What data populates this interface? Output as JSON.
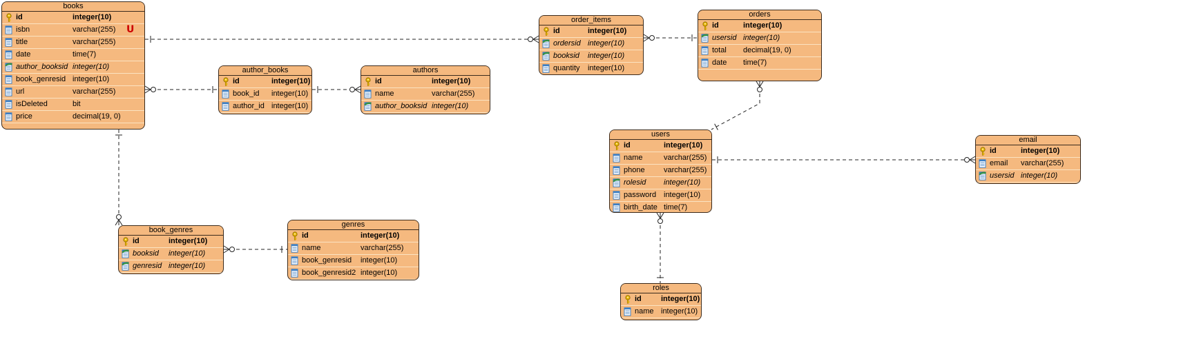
{
  "entities": {
    "books": {
      "title": "books",
      "unique_marker": "U",
      "columns": [
        {
          "name": "id",
          "type": "integer(10)",
          "kind": "pk"
        },
        {
          "name": "isbn",
          "type": "varchar(255)",
          "kind": "col"
        },
        {
          "name": "title",
          "type": "varchar(255)",
          "kind": "col"
        },
        {
          "name": "date",
          "type": "time(7)",
          "kind": "col"
        },
        {
          "name": "author_booksid",
          "type": "integer(10)",
          "kind": "fk"
        },
        {
          "name": "book_genresid",
          "type": "integer(10)",
          "kind": "col"
        },
        {
          "name": "url",
          "type": "varchar(255)",
          "kind": "col"
        },
        {
          "name": "isDeleted",
          "type": "bit",
          "kind": "col"
        },
        {
          "name": "price",
          "type": "decimal(19, 0)",
          "kind": "col"
        }
      ]
    },
    "author_books": {
      "title": "author_books",
      "columns": [
        {
          "name": "id",
          "type": "integer(10)",
          "kind": "pk"
        },
        {
          "name": "book_id",
          "type": "integer(10)",
          "kind": "col"
        },
        {
          "name": "author_id",
          "type": "integer(10)",
          "kind": "col"
        }
      ]
    },
    "authors": {
      "title": "authors",
      "columns": [
        {
          "name": "id",
          "type": "integer(10)",
          "kind": "pk"
        },
        {
          "name": "name",
          "type": "varchar(255)",
          "kind": "col"
        },
        {
          "name": "author_booksid",
          "type": "integer(10)",
          "kind": "fk"
        }
      ]
    },
    "order_items": {
      "title": "order_items",
      "columns": [
        {
          "name": "id",
          "type": "integer(10)",
          "kind": "pk"
        },
        {
          "name": "ordersid",
          "type": "integer(10)",
          "kind": "fk"
        },
        {
          "name": "booksid",
          "type": "integer(10)",
          "kind": "fk"
        },
        {
          "name": "quantity",
          "type": "integer(10)",
          "kind": "col"
        }
      ]
    },
    "orders": {
      "title": "orders",
      "columns": [
        {
          "name": "id",
          "type": "integer(10)",
          "kind": "pk"
        },
        {
          "name": "usersid",
          "type": "integer(10)",
          "kind": "fk"
        },
        {
          "name": "total",
          "type": "decimal(19, 0)",
          "kind": "col"
        },
        {
          "name": "date",
          "type": "time(7)",
          "kind": "col"
        }
      ]
    },
    "users": {
      "title": "users",
      "columns": [
        {
          "name": "id",
          "type": "integer(10)",
          "kind": "pk"
        },
        {
          "name": "name",
          "type": "varchar(255)",
          "kind": "col"
        },
        {
          "name": "phone",
          "type": "varchar(255)",
          "kind": "col"
        },
        {
          "name": "rolesid",
          "type": "integer(10)",
          "kind": "fk"
        },
        {
          "name": "password",
          "type": "integer(10)",
          "kind": "col"
        },
        {
          "name": "birth_date",
          "type": "time(7)",
          "kind": "col"
        }
      ]
    },
    "email": {
      "title": "email",
      "columns": [
        {
          "name": "id",
          "type": "integer(10)",
          "kind": "pk"
        },
        {
          "name": "email",
          "type": "varchar(255)",
          "kind": "col"
        },
        {
          "name": "usersid",
          "type": "integer(10)",
          "kind": "fk"
        }
      ]
    },
    "book_genres": {
      "title": "book_genres",
      "columns": [
        {
          "name": "id",
          "type": "integer(10)",
          "kind": "pk"
        },
        {
          "name": "booksid",
          "type": "integer(10)",
          "kind": "fk"
        },
        {
          "name": "genresid",
          "type": "integer(10)",
          "kind": "fk"
        }
      ]
    },
    "genres": {
      "title": "genres",
      "columns": [
        {
          "name": "id",
          "type": "integer(10)",
          "kind": "pk"
        },
        {
          "name": "name",
          "type": "varchar(255)",
          "kind": "col"
        },
        {
          "name": "book_genresid",
          "type": "integer(10)",
          "kind": "col"
        },
        {
          "name": "book_genresid2",
          "type": "integer(10)",
          "kind": "col"
        }
      ]
    },
    "roles": {
      "title": "roles",
      "columns": [
        {
          "name": "id",
          "type": "integer(10)",
          "kind": "pk"
        },
        {
          "name": "name",
          "type": "integer(10)",
          "kind": "col"
        }
      ]
    }
  },
  "relationships": [
    {
      "from": "books",
      "to": "order_items",
      "from_end": "one",
      "to_end": "zero-or-many"
    },
    {
      "from": "order_items",
      "to": "orders",
      "from_end": "zero-or-many",
      "to_end": "one"
    },
    {
      "from": "books",
      "to": "author_books",
      "from_end": "zero-or-many",
      "to_end": "one"
    },
    {
      "from": "author_books",
      "to": "authors",
      "from_end": "one",
      "to_end": "zero-or-many"
    },
    {
      "from": "books",
      "to": "book_genres",
      "from_end": "one",
      "to_end": "zero-or-many"
    },
    {
      "from": "book_genres",
      "to": "genres",
      "from_end": "zero-or-many",
      "to_end": "one"
    },
    {
      "from": "orders",
      "to": "users",
      "from_end": "zero-or-many",
      "to_end": "one"
    },
    {
      "from": "users",
      "to": "email",
      "from_end": "one",
      "to_end": "zero-or-many"
    },
    {
      "from": "users",
      "to": "roles",
      "from_end": "zero-or-many",
      "to_end": "one"
    }
  ],
  "colors": {
    "entity_fill": "#f5b97f",
    "entity_border": "#3a2a1c",
    "row_divider": "#fbe3c2",
    "key_icon": "#e8b400",
    "column_icon": "#3d7fc4",
    "fk_icon": "#3aa24a",
    "unique_marker": "#cc0000"
  },
  "icons": {
    "pk": "key-icon",
    "col": "column-icon",
    "fk": "foreign-key-icon"
  }
}
